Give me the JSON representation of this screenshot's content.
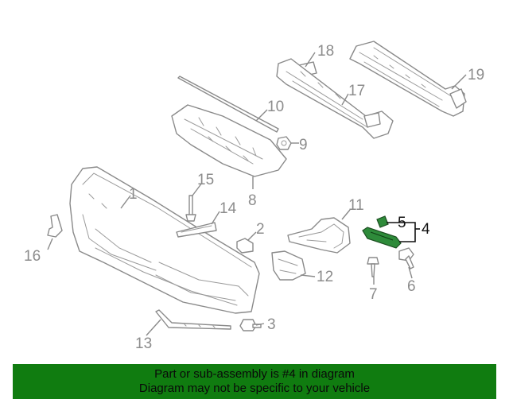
{
  "labels": {
    "p1": "1",
    "p2": "2",
    "p3": "3",
    "p4": "4",
    "p5": "5",
    "p6": "6",
    "p7": "7",
    "p8": "8",
    "p9": "9",
    "p10": "10",
    "p11": "11",
    "p12": "12",
    "p13": "13",
    "p14": "14",
    "p15": "15",
    "p16": "16",
    "p17": "17",
    "p18": "18",
    "p19": "19"
  },
  "highlight_color": "#2e8b3a",
  "banner": {
    "line1": "Part or sub-assembly is #4 in diagram",
    "line2": "Diagram may not be specific to your vehicle",
    "background": "#107c10"
  }
}
